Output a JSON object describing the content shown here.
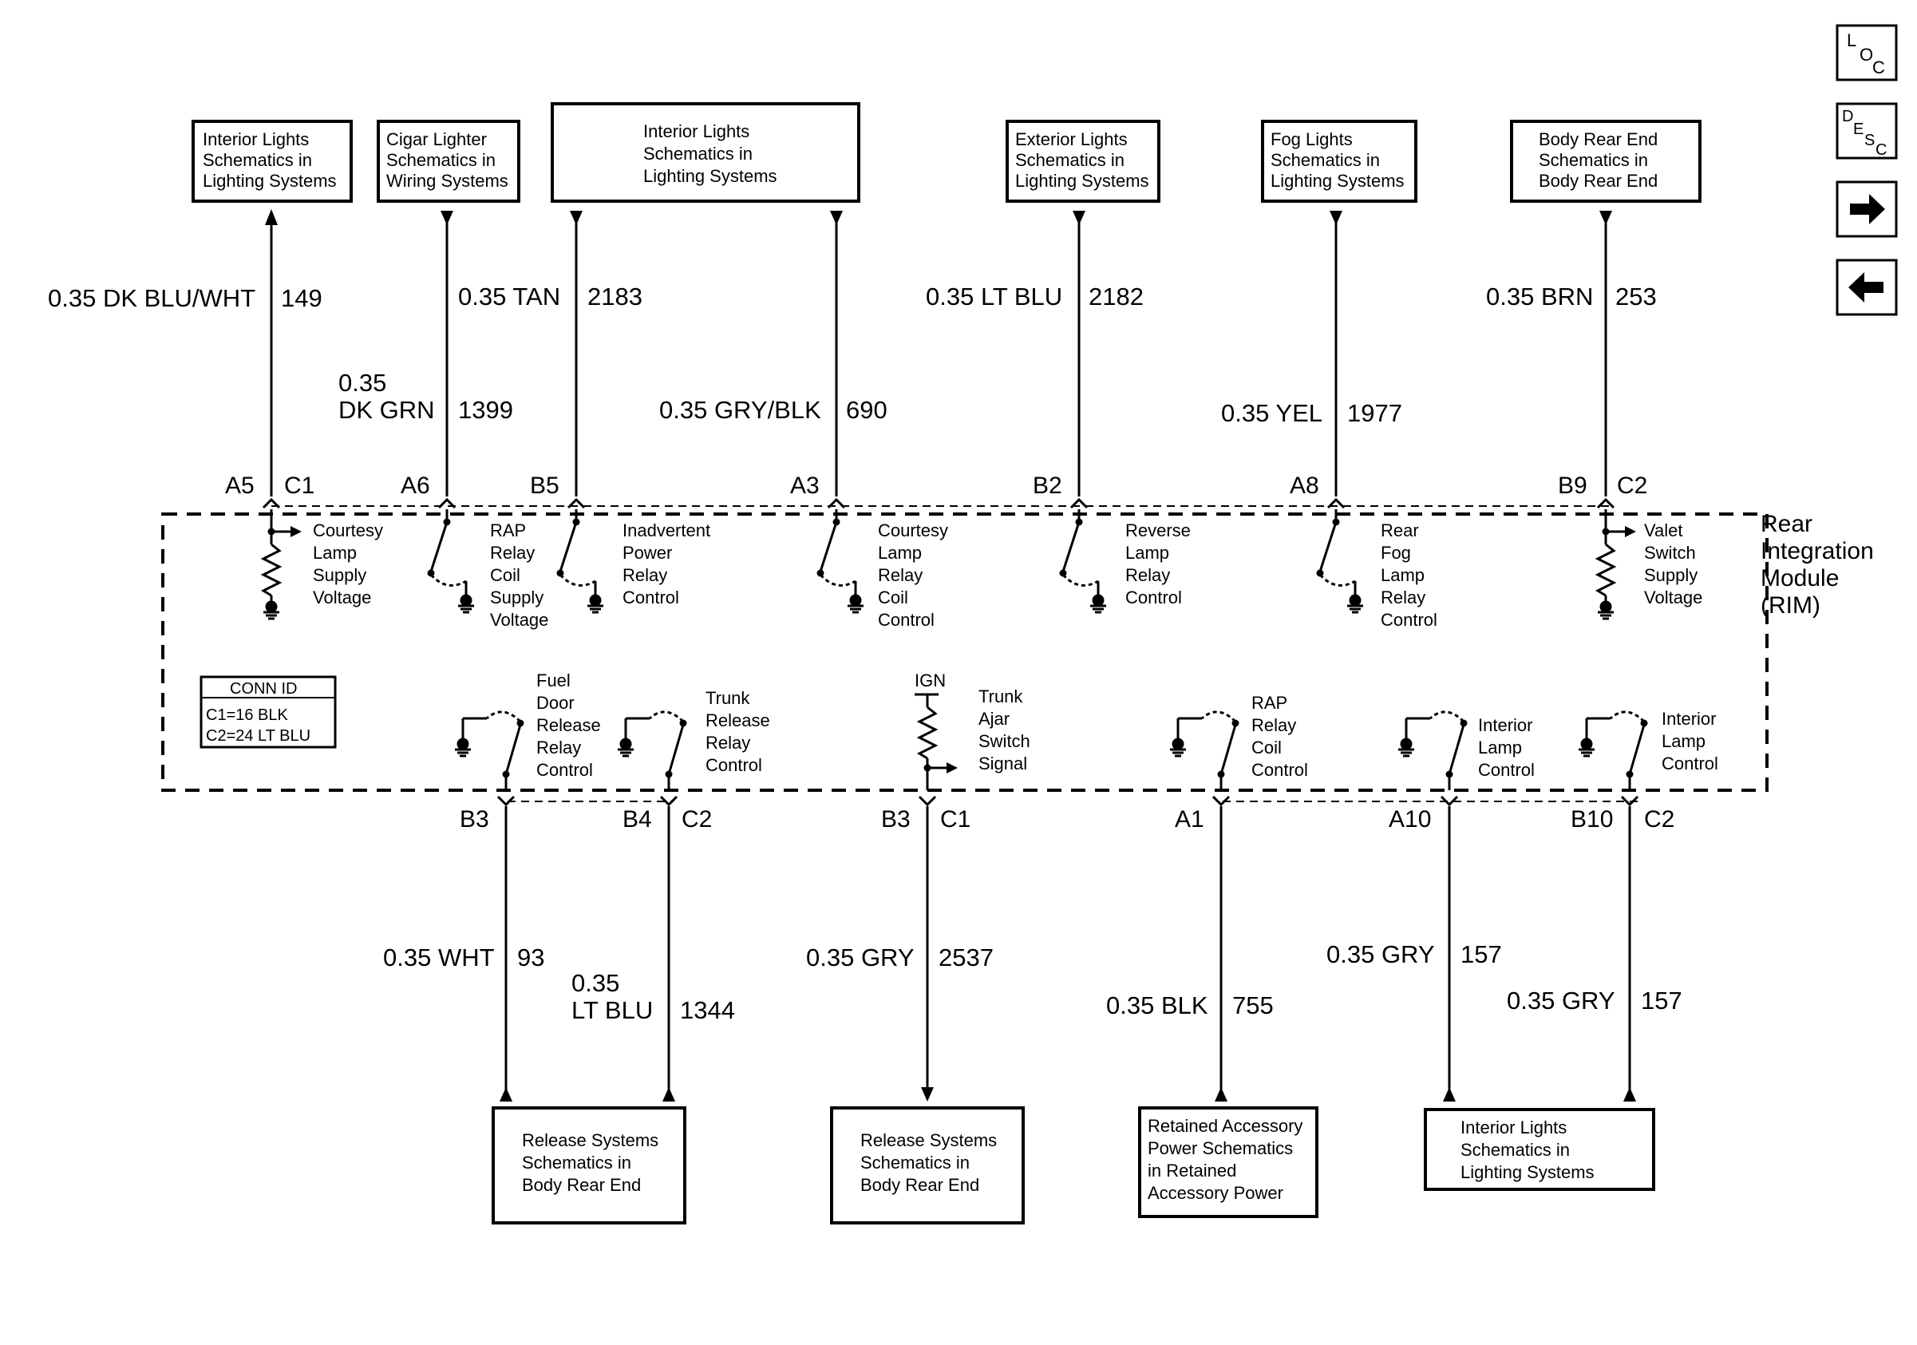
{
  "nav": {
    "loc_letters": [
      "L",
      "O",
      "C"
    ],
    "desc_letters": [
      "D",
      "E",
      "S",
      "C"
    ]
  },
  "module": {
    "label_lines": [
      "Rear",
      "Integration",
      "Module",
      "(RIM)"
    ]
  },
  "conn_id": {
    "title": "CONN ID",
    "lines": [
      "C1=16 BLK",
      "C2=24 LT BLU"
    ]
  },
  "top_boxes": [
    {
      "lines": [
        "Interior Lights",
        "Schematics in",
        "Lighting Systems"
      ]
    },
    {
      "lines": [
        "Cigar Lighter",
        "Schematics in",
        "Wiring Systems"
      ]
    },
    {
      "lines": [
        "Interior Lights",
        "Schematics in",
        "Lighting Systems"
      ]
    },
    {
      "lines": [
        "Exterior Lights",
        "Schematics in",
        "Lighting Systems"
      ]
    },
    {
      "lines": [
        "Fog Lights",
        "Schematics in",
        "Lighting Systems"
      ]
    },
    {
      "lines": [
        "Body Rear End",
        "Schematics in",
        "Body Rear End"
      ]
    }
  ],
  "bottom_boxes": [
    {
      "lines": [
        "Release Systems",
        "Schematics in",
        "Body Rear End"
      ]
    },
    {
      "lines": [
        "Release Systems",
        "Schematics in",
        "Body Rear End"
      ]
    },
    {
      "lines": [
        "Retained Accessory",
        "Power Schematics",
        "in Retained",
        "Accessory Power"
      ]
    },
    {
      "lines": [
        "Interior Lights",
        "Schematics in",
        "Lighting Systems"
      ]
    }
  ],
  "top_wires": [
    {
      "color_lines": [
        "0.35 DK BLU/WHT"
      ],
      "circuit": "149",
      "pin": "A5",
      "connector": "C1",
      "function": [
        "Courtesy",
        "Lamp",
        "Supply",
        "Voltage"
      ]
    },
    {
      "color_lines": [
        "0.35",
        "DK GRN"
      ],
      "circuit": "1399",
      "pin": "A6",
      "connector": "",
      "function": [
        "RAP",
        "Relay",
        "Coil",
        "Supply",
        "Voltage"
      ]
    },
    {
      "color_lines": [
        "0.35 TAN"
      ],
      "circuit": "2183",
      "pin": "B5",
      "connector": "",
      "function": [
        "Inadvertent",
        "Power",
        "Relay",
        "Control"
      ]
    },
    {
      "color_lines": [
        "0.35 GRY/BLK"
      ],
      "circuit": "690",
      "pin": "A3",
      "connector": "",
      "function": [
        "Courtesy",
        "Lamp",
        "Relay",
        "Coil",
        "Control"
      ]
    },
    {
      "color_lines": [
        "0.35 LT BLU"
      ],
      "circuit": "2182",
      "pin": "B2",
      "connector": "",
      "function": [
        "Reverse",
        "Lamp",
        "Relay",
        "Control"
      ]
    },
    {
      "color_lines": [
        "0.35 YEL"
      ],
      "circuit": "1977",
      "pin": "A8",
      "connector": "",
      "function": [
        "Rear",
        "Fog",
        "Lamp",
        "Relay",
        "Control"
      ]
    },
    {
      "color_lines": [
        "0.35 BRN"
      ],
      "circuit": "253",
      "pin": "B9",
      "connector": "C2",
      "function": [
        "Valet",
        "Switch",
        "Supply",
        "Voltage"
      ]
    }
  ],
  "bottom_wires": [
    {
      "color_lines": [
        "0.35 WHT"
      ],
      "circuit": "93",
      "pin": "B3",
      "connector": "",
      "function": [
        "Fuel",
        "Door",
        "Release",
        "Relay",
        "Control"
      ]
    },
    {
      "color_lines": [
        "0.35",
        "LT BLU"
      ],
      "circuit": "1344",
      "pin": "B4",
      "connector": "C2",
      "function": [
        "Trunk",
        "Release",
        "Relay",
        "Control"
      ]
    },
    {
      "color_lines": [
        "0.35 GRY"
      ],
      "circuit": "2537",
      "pin": "B3",
      "connector": "C1",
      "function": [
        "Trunk",
        "Ajar",
        "Switch",
        "Signal"
      ],
      "extra_label": "IGN"
    },
    {
      "color_lines": [
        "0.35 BLK"
      ],
      "circuit": "755",
      "pin": "A1",
      "connector": "",
      "function": [
        "RAP",
        "Relay",
        "Coil",
        "Control"
      ]
    },
    {
      "color_lines": [
        "0.35 GRY"
      ],
      "circuit": "157",
      "pin": "A10",
      "connector": "",
      "function": [
        "Interior",
        "Lamp",
        "Control"
      ]
    },
    {
      "color_lines": [
        "0.35 GRY"
      ],
      "circuit": "157",
      "pin": "B10",
      "connector": "C2",
      "function": [
        "Interior",
        "Lamp",
        "Control"
      ]
    }
  ]
}
